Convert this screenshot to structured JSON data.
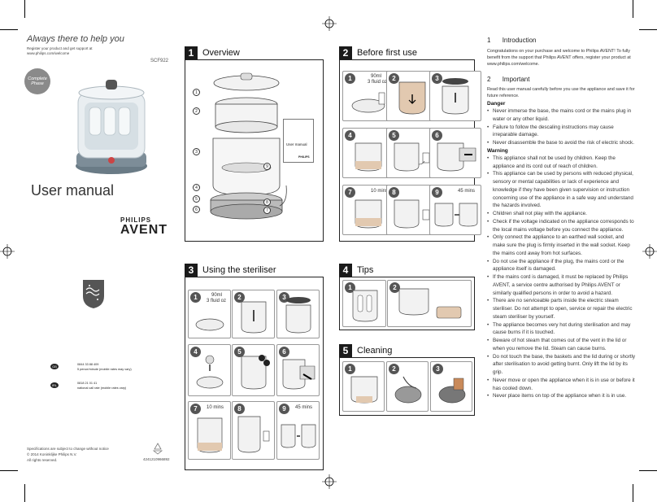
{
  "cover": {
    "tagline": "Always there to help you",
    "register_line1": "Register your product and get support at",
    "register_line2": "www.philips.com/welcome",
    "model": "SCF922",
    "badge_line1": "Complete",
    "badge_line2": "Phase",
    "title": "User manual",
    "brand_top": "PHILIPS",
    "brand_bottom": "AVENT",
    "contact_gb_number": "0844 33 88 409",
    "contact_gb_note": "5 pence/minute (mobile rates may vary)",
    "contact_ie_number": "0818 21 01 41",
    "contact_ie_note": "national call rate (mobile rates vary)",
    "country_gb": "GB",
    "country_ie": "IRL",
    "footer_line1": "Specifications are subject to change without notice",
    "footer_line2": "© 2014 Koninklijke Philips N.V.",
    "footer_line3": "All rights reserved.",
    "doc_code": "4241210966892"
  },
  "overview": {
    "num": "1",
    "title": "Overview",
    "callouts": [
      "1",
      "2",
      "3",
      "4",
      "5",
      "6",
      "7",
      "8",
      "9"
    ],
    "booklet_label": "User manual",
    "booklet_brand": "PHILIPS"
  },
  "before_first_use": {
    "num": "2",
    "title": "Before first use",
    "steps": [
      "1",
      "2",
      "3",
      "4",
      "5",
      "6",
      "7",
      "8",
      "9"
    ],
    "note_90ml": "90ml",
    "note_floz": "3 fluid oz",
    "time_10": "10 mins",
    "time_45": "45 mins"
  },
  "using": {
    "num": "3",
    "title": "Using the steriliser",
    "steps": [
      "1",
      "2",
      "3",
      "4",
      "5",
      "6",
      "7",
      "8",
      "9"
    ],
    "note_90ml": "90ml",
    "note_floz": "3 fluid oz",
    "time_10": "10 mins",
    "time_45": "45 mins"
  },
  "tips": {
    "num": "4",
    "title": "Tips",
    "steps": [
      "1",
      "2"
    ]
  },
  "cleaning": {
    "num": "5",
    "title": "Cleaning",
    "steps": [
      "1",
      "2",
      "3"
    ]
  },
  "text": {
    "s1_num": "1",
    "s1_title": "Introduction",
    "s1_body": "Congratulations on your purchase and welcome to Philips AVENT! To fully benefit from the support that Philips AVENT offers, register your product at www.philips.com/welcome.",
    "s2_num": "2",
    "s2_title": "Important",
    "s2_body": "Read this user manual carefully before you use the appliance and save it for future reference.",
    "danger_title": "Danger",
    "danger": [
      "Never immerse the base, the mains cord or the mains plug in water or any other liquid.",
      "Failure to follow the descaling instructions may cause irreparable damage.",
      "Never disassemble the base to avoid the risk of electric shock."
    ],
    "warning_title": "Warning",
    "warning": [
      "This appliance shall not be used by children. Keep the appliance and its cord out of reach of children.",
      "This appliance can be used by persons with reduced physical, sensory or mental capabilities or lack of experience and knowledge if they have been given supervision or instruction concerning use of the appliance in a safe way and understand the hazards involved.",
      "Children shall not play with the appliance.",
      "Check if the voltage indicated on the appliance corresponds to the local mains voltage before you connect the appliance.",
      "Only connect the appliance to an earthed wall socket, and make sure the plug is firmly inserted in the wall socket. Keep the mains cord away from hot surfaces.",
      "Do not use the appliance if the plug, the mains cord or the appliance itself is damaged.",
      "If the mains cord is damaged, it must be replaced by Philips AVENT, a service centre authorised by Philips AVENT or similarly qualified persons in order to avoid a hazard.",
      "There are no serviceable parts inside the electric steam steriliser. Do not attempt to open, service or repair the electric steam steriliser by yourself.",
      "The appliance becomes very hot during sterilisation and may cause burns if it is touched.",
      "Beware of hot steam that comes out of the vent in the lid or when you remove the lid. Steam can cause burns.",
      "Do not touch the base, the baskets and the lid during or shortly after sterilisation to avoid getting burnt. Only lift the lid by its grip.",
      "Never move or open the appliance when it is in use or before it has cooled down.",
      "Never place items on top of the appliance when it is in use."
    ]
  }
}
